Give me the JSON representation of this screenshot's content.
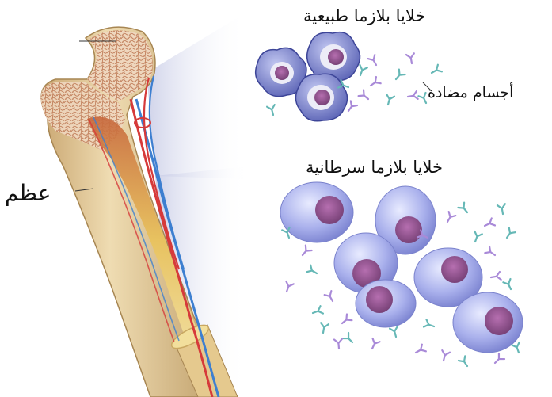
{
  "labels": {
    "normal_plasma_cells": "خلايا بلازما طبيعية",
    "antibodies": "أجسام مضادة",
    "cancer_plasma_cells": "خلايا بلازما سرطانية",
    "bone": "عظم"
  },
  "icons": {
    "bone": "femur-cross-section-illustration",
    "normal_cell": "normal-plasma-cell",
    "cancer_cell": "cancerous-plasma-cell",
    "antibody": "y-shaped-antibody"
  },
  "colors": {
    "bone_outer": "#e6cf9f",
    "bone_spongy": "#c98d6a",
    "artery": "#d63a3a",
    "vein": "#3d7fd0",
    "marrow_yellow": "#efd27a",
    "cell_body": "#9ea6e6",
    "cell_nucleus": "#8a4e88",
    "antibody_teal": "#66b8b6",
    "antibody_violet": "#a98ad8",
    "zoom_cone": "#e7e9f6"
  }
}
